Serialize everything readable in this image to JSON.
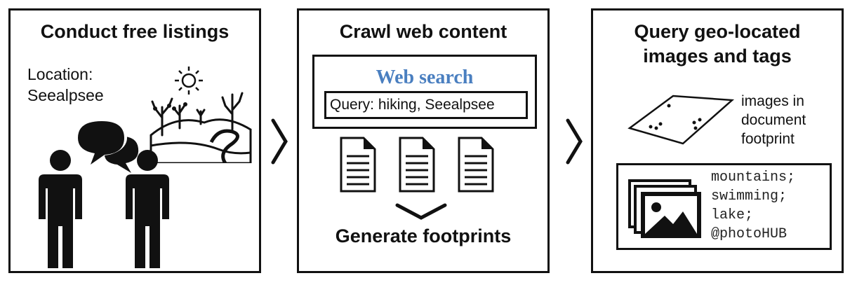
{
  "steps": [
    {
      "title": "Conduct free listings",
      "location_label": "Location:",
      "location_value": "Seealpsee"
    },
    {
      "title": "Crawl web content",
      "search_title": "Web search",
      "query": "Query: hiking, Seealpsee",
      "footer": "Generate footprints"
    },
    {
      "title_line1": "Query geo-located",
      "title_line2": "images and tags",
      "footprint_lines": [
        "images in",
        "document",
        "footprint"
      ],
      "tags": [
        "mountains;",
        "swimming;",
        "lake;",
        "@photoHUB"
      ]
    }
  ],
  "icons": [
    "person-icon",
    "speech-bubble-icon",
    "landscape-icon",
    "sun-icon",
    "document-icon",
    "chevron-right-icon",
    "chevron-down-icon",
    "footprint-polygon-icon",
    "image-stack-icon"
  ]
}
